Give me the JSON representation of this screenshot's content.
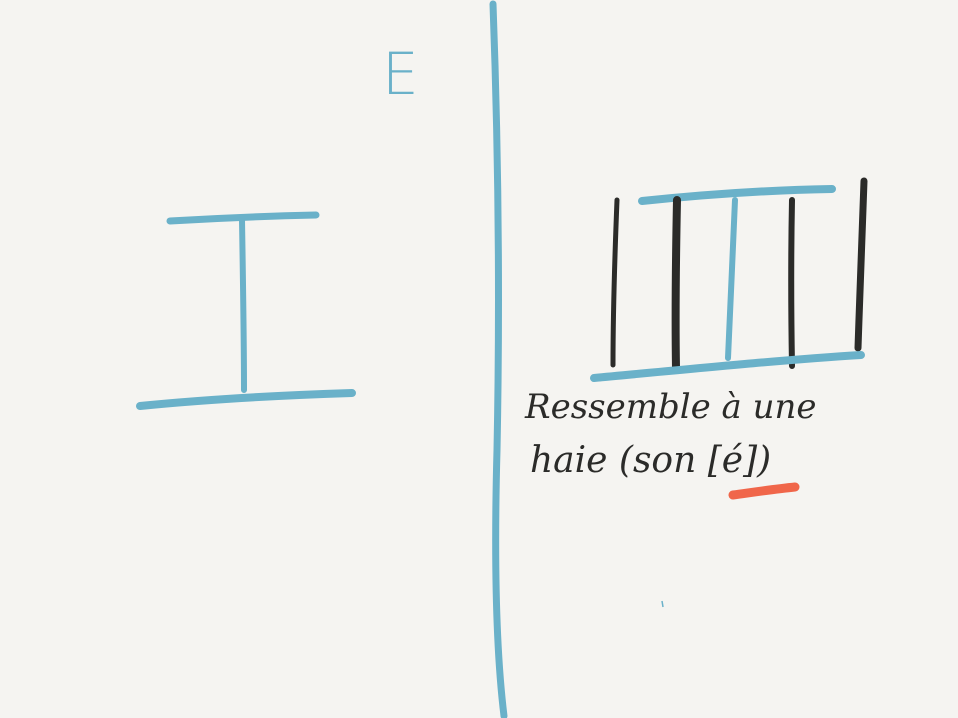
{
  "note": {
    "letter_label": "E",
    "caption_line1": "Ressemble à une",
    "caption_line2": "haie (son [é])"
  },
  "colors": {
    "background": "#f5f4f1",
    "blue": "#6ab1c9",
    "ink": "#2b2b29",
    "accent": "#f0664a"
  }
}
